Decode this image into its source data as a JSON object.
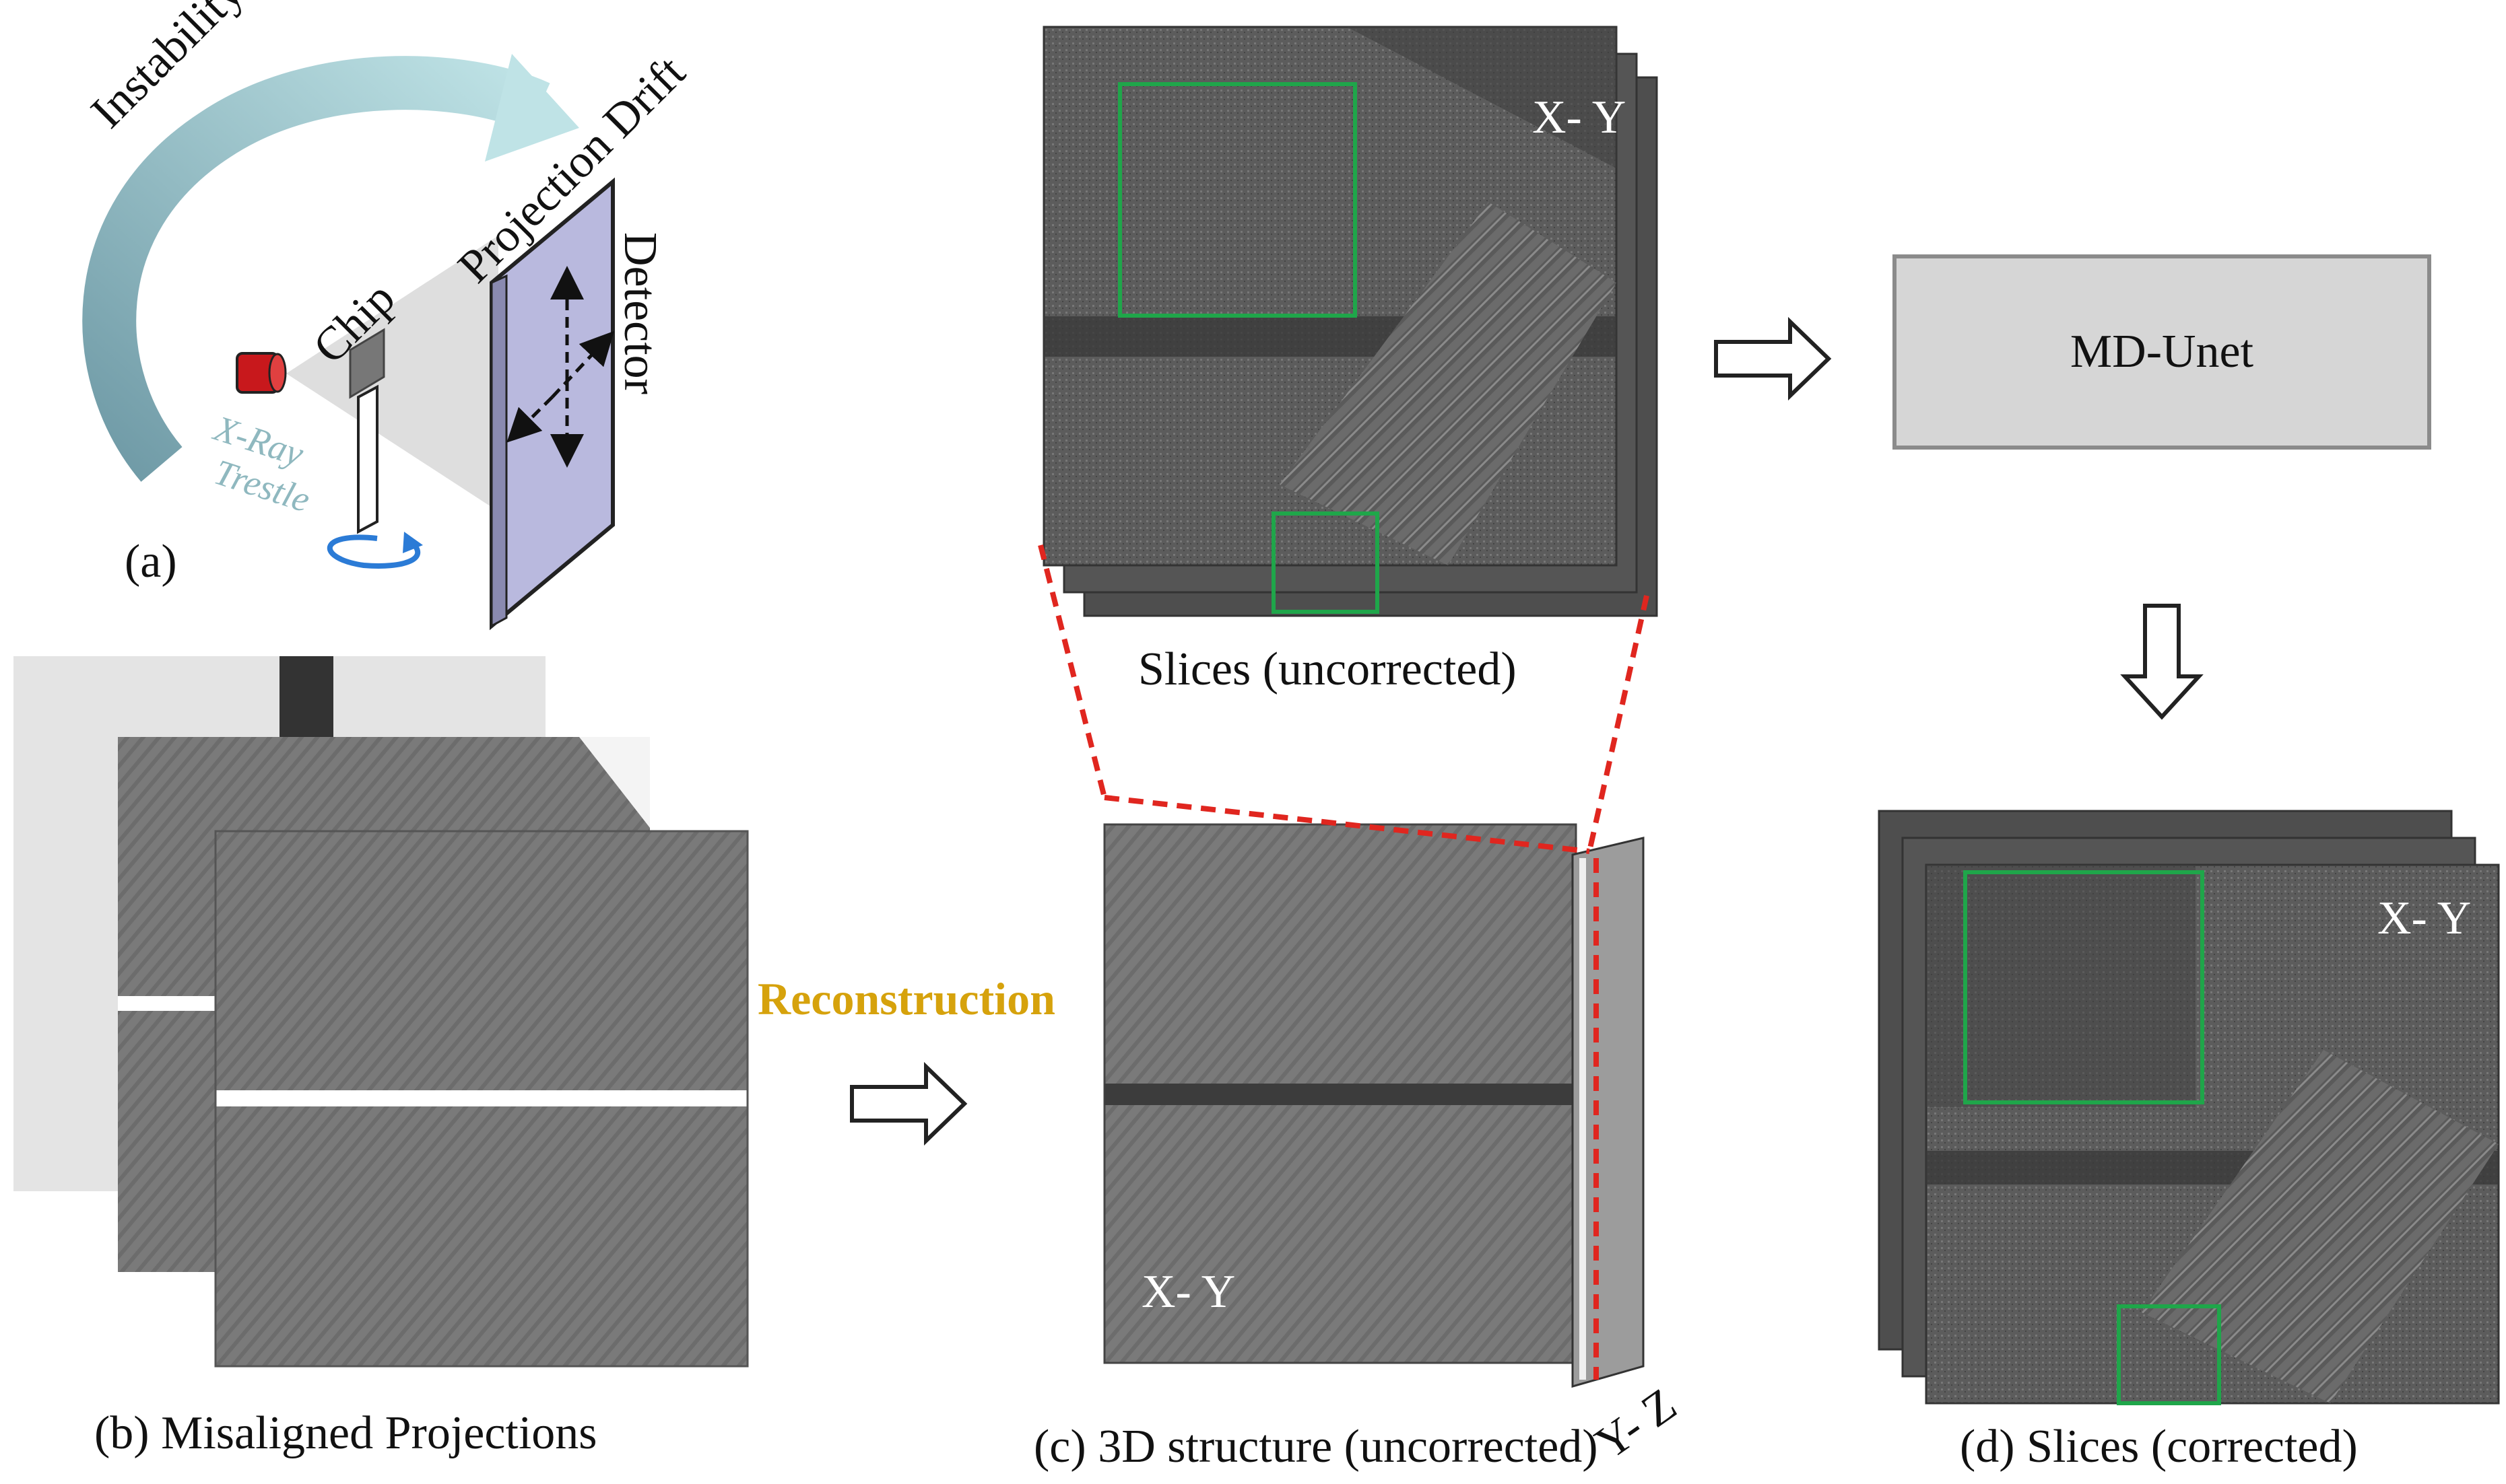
{
  "panel_a": {
    "caption": "(a)",
    "instability": "Instability",
    "projection_drift": "Projection Drift",
    "chip": "Chip",
    "detector": "Detector",
    "xray": "X-Ray",
    "trestle": "Trestle"
  },
  "panel_b": {
    "caption": "(b) Misaligned Projections"
  },
  "reconstruction_label": "Reconstruction",
  "panel_c": {
    "caption": "(c) 3D structure (uncorrected)",
    "xy_label": "X- Y",
    "yz_label": "Y- Z"
  },
  "slices_uncorrected": {
    "caption": "Slices (uncorrected)",
    "xy_label": "X- Y"
  },
  "model_box": {
    "label": "MD-Unet"
  },
  "panel_d": {
    "caption": "(d) Slices (corrected)",
    "xy_label": "X- Y"
  },
  "colors": {
    "green_box": "#1fa64a",
    "dashed_red": "#e0261f",
    "reconstruction_text": "#d6a20c",
    "arc": "#8fc8d0",
    "detector_fill": "#b9b9de",
    "xray_source": "#c8181c",
    "trestle_text": "#8fb8bf",
    "rotation_arrow": "#2b7bd6"
  }
}
